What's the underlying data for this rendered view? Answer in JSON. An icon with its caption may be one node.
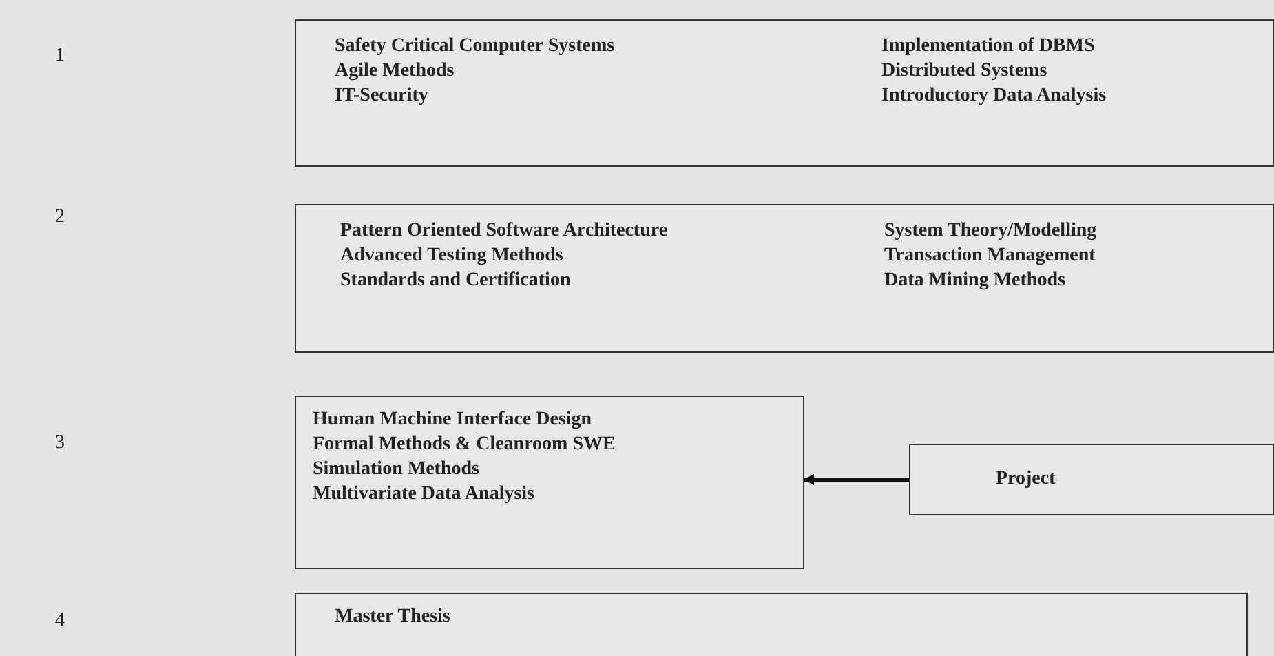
{
  "diagram": {
    "nodes": [
      {
        "text": [
          "Safety Critical Computer Systems",
          "Agile Methods",
          "IT-Security",
          "Implementation of DBMS",
          "Distributed Systems",
          "Introductory Data Analysis"
        ]
      },
      {
        "text": [
          "Pattern Oriented Software Architecture",
          "Advanced Testing Methods",
          "Standards and Certification",
          "System Theory/Modelling",
          "Transaction Management",
          "Data Mining Methods"
        ]
      },
      {
        "text": [
          "Human Machine Interface Design",
          "Formal Methods & Cleanroom SWE",
          "Simulation Methods",
          "Multivariate Data Analysis"
        ]
      },
      {
        "text": [
          "Project"
        ]
      },
      {
        "text": [
          "Master Thesis"
        ]
      }
    ],
    "edges": [
      {
        "from": 3,
        "to": 2,
        "arrow": "to"
      }
    ],
    "labels": [
      "1",
      "2",
      "3",
      "4"
    ]
  }
}
